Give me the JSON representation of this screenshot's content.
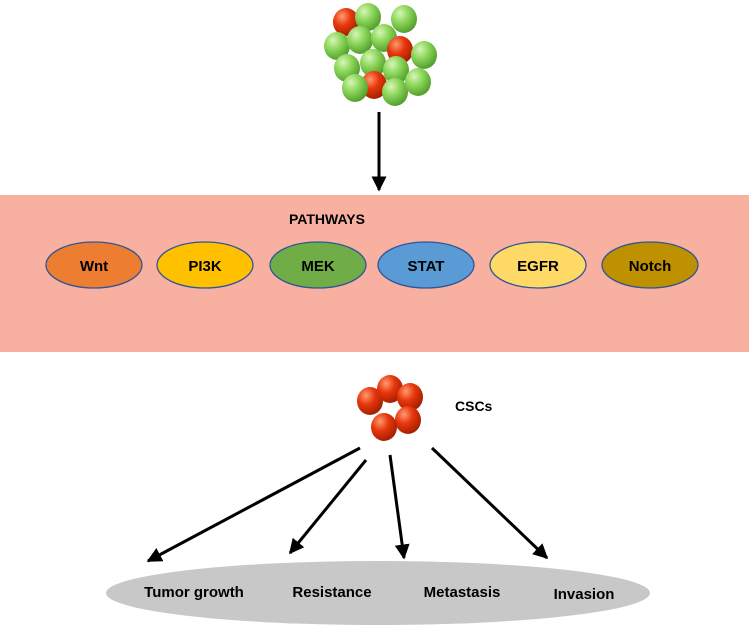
{
  "pathways": {
    "title": "PATHWAYS",
    "items": [
      {
        "label": "Wnt",
        "color": "#ED7D31"
      },
      {
        "label": "PI3K",
        "color": "#FFC000"
      },
      {
        "label": "MEK",
        "color": "#70AD47"
      },
      {
        "label": "STAT",
        "color": "#5B9BD5"
      },
      {
        "label": "EGFR",
        "color": "#FFD966"
      },
      {
        "label": "Notch",
        "color": "#BF9000"
      }
    ],
    "band_color": "#F8B1A0",
    "outline_color": "#2F5597"
  },
  "csc": {
    "label": "CSCs",
    "cell_color": "#E8360C"
  },
  "tumor": {
    "green_color": "#8CD65A",
    "red_color": "#E8360C"
  },
  "outcomes": {
    "items": [
      "Tumor growth",
      "Resistance",
      "Metastasis",
      "Invasion"
    ],
    "ellipse_color": "#C8C8C8"
  }
}
